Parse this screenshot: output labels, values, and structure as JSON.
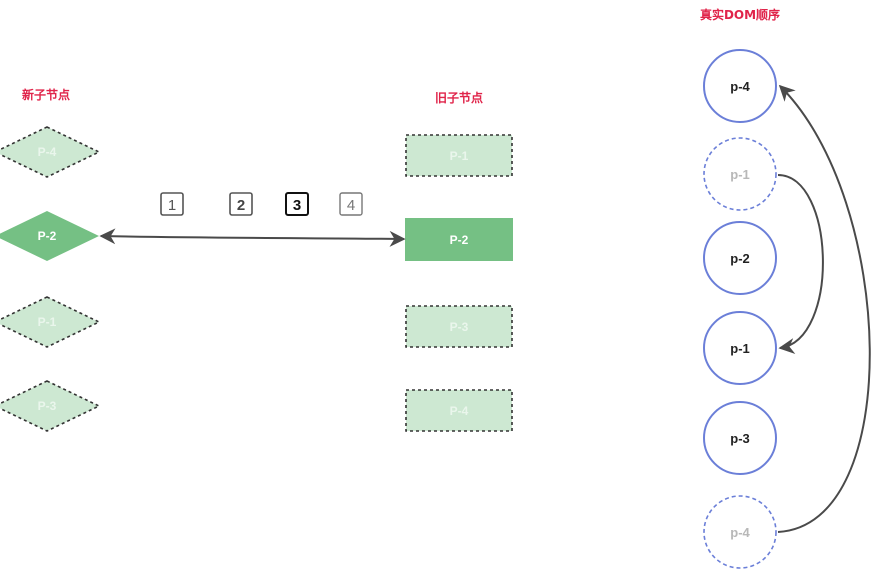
{
  "titles": {
    "new_children": "新子节点",
    "old_children": "旧子节点",
    "real_dom_order": "真实DOM顺序"
  },
  "new_children": [
    {
      "label": "P-4",
      "state": "faded"
    },
    {
      "label": "P-2",
      "state": "active"
    },
    {
      "label": "P-1",
      "state": "faded"
    },
    {
      "label": "P-3",
      "state": "faded"
    }
  ],
  "old_children": [
    {
      "label": "P-1",
      "state": "faded"
    },
    {
      "label": "P-2",
      "state": "active"
    },
    {
      "label": "P-3",
      "state": "faded"
    },
    {
      "label": "P-4",
      "state": "faded"
    }
  ],
  "steps": [
    {
      "label": "1",
      "state": "normal"
    },
    {
      "label": "2",
      "state": "done"
    },
    {
      "label": "3",
      "state": "current"
    },
    {
      "label": "4",
      "state": "pending"
    }
  ],
  "real_dom": [
    {
      "label": "p-4",
      "style": "solid"
    },
    {
      "label": "p-1",
      "style": "ghost"
    },
    {
      "label": "p-2",
      "style": "solid"
    },
    {
      "label": "p-1",
      "style": "solid"
    },
    {
      "label": "p-3",
      "style": "solid"
    },
    {
      "label": "p-4",
      "style": "ghost"
    }
  ],
  "colors": {
    "title": "#e0244a",
    "active_fill": "#75c084",
    "faded_fill": "#cde8d2",
    "dom_stroke": "#6b7fd8",
    "arrow": "#4a4a4a"
  }
}
